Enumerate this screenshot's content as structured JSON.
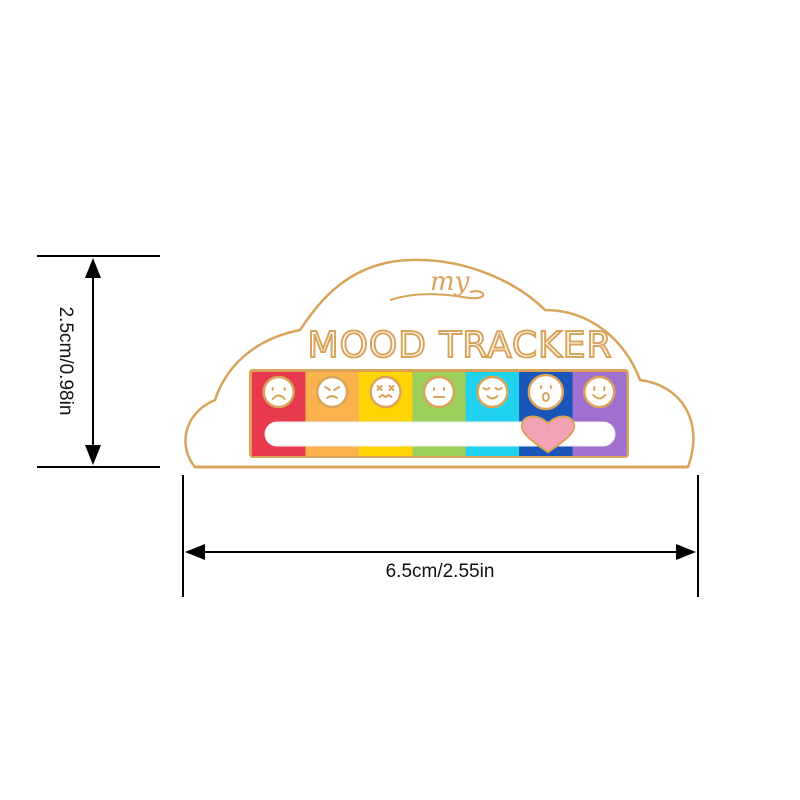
{
  "product": {
    "script_word": "my",
    "title": "MOOD TRACKER",
    "mood_colors": [
      "#e8394d",
      "#fbb24c",
      "#fed405",
      "#9ccf5b",
      "#1fd3f0",
      "#1a56b9",
      "#9f70cf"
    ],
    "mood_faces": [
      "sad",
      "angry",
      "dizzy",
      "neutral",
      "content",
      "surprised",
      "happy"
    ],
    "selected_mood_index": 5,
    "gold": "#d9a45a",
    "heart_color": "#f4a3b4"
  },
  "dimensions": {
    "width_label": "6.5cm/2.55in",
    "height_label": "2.5cm/0.98in"
  }
}
